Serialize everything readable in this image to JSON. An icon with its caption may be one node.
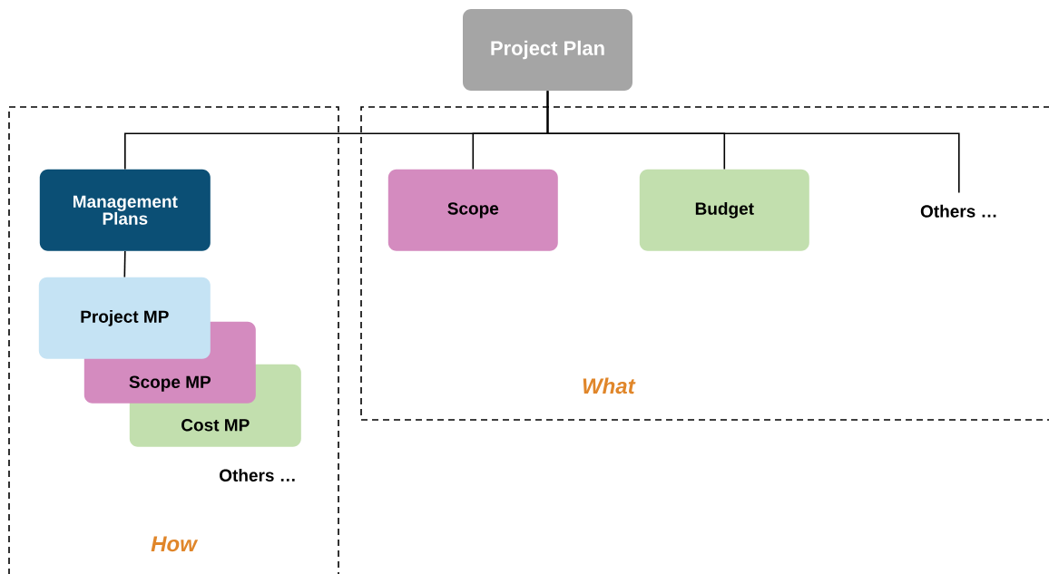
{
  "diagram": {
    "nodes": [
      {
        "text": [
          "Project Plan"
        ]
      },
      {
        "text": [
          "How"
        ]
      },
      {
        "text": [
          "Management Plans"
        ],
        "in": 1
      },
      {
        "text": [
          "Project MP"
        ],
        "in": 1
      },
      {
        "text": [
          "Scope MP"
        ],
        "in": 1
      },
      {
        "text": [
          "Cost MP"
        ],
        "in": 1
      },
      {
        "text": [
          "What"
        ]
      },
      {
        "text": [
          "Scope"
        ],
        "in": 6
      },
      {
        "text": [
          "Budget"
        ],
        "in": 6
      },
      {
        "text": [
          "Others …"
        ],
        "in": 6
      }
    ],
    "edges": [
      {
        "from": 0,
        "to": 2,
        "arrow": "none"
      },
      {
        "from": 0,
        "to": 7,
        "arrow": "none"
      },
      {
        "from": 0,
        "to": 8,
        "arrow": "none"
      },
      {
        "from": 0,
        "to": 9,
        "arrow": "none"
      },
      {
        "from": 2,
        "to": 3,
        "arrow": "none"
      }
    ],
    "labels": [
      "Others …"
    ]
  }
}
